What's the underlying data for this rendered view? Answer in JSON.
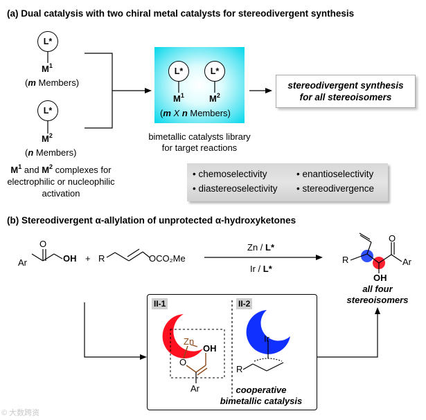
{
  "part_a": {
    "heading": "(a)  Dual catalysis with two chiral metal catalysts for stereodivergent synthesis",
    "ligand": "L*",
    "metal1": {
      "base": "M",
      "sup": "1"
    },
    "metal2": {
      "base": "M",
      "sup": "2"
    },
    "m_members": {
      "open": "(",
      "var": "m",
      "rest": " Members)"
    },
    "n_members": {
      "open": "(",
      "var": "n",
      "rest": " Members)"
    },
    "library_count": {
      "open": "(",
      "m": "m",
      "x": " X ",
      "n": "n",
      "rest": " Members)"
    },
    "library_caption": [
      "bimetallic catalysts library",
      "for target reactions"
    ],
    "result": [
      "stereodivergent synthesis",
      "for all stereoisomers"
    ],
    "complexes_caption": {
      "m1": "M",
      "s1": "1",
      "and": " and ",
      "m2": "M",
      "s2": "2",
      "rest": " complexes for",
      "line2": "electrophilic or nucleophilic",
      "line3": "activation"
    },
    "selectivities": [
      "chemoselectivity",
      "enantioselectivity",
      "diastereoselectivity",
      "stereodivergence"
    ]
  },
  "part_b": {
    "heading": "(b)  Stereodivergent α-allylation of unprotected α-hydroxyketones",
    "reactant1": {
      "carbonyl_o": "O",
      "ar": "Ar",
      "oh": "OH"
    },
    "plus": "+",
    "reactant2": {
      "r": "R",
      "group": "OCO₂Me"
    },
    "condition_top": {
      "metal": "Zn / ",
      "ligand": "L*"
    },
    "condition_bottom": {
      "metal": "Ir / ",
      "ligand": "L*"
    },
    "product": {
      "r": "R",
      "oh": "OH",
      "o": "O",
      "ar": "Ar"
    },
    "product_caption": [
      "all four",
      "stereoisomers"
    ],
    "mechanism": {
      "tag1": "II-1",
      "tag2": "II-2",
      "zn": "Zn",
      "oh": "OH",
      "o": "O",
      "ar": "Ar",
      "ir": "Ir",
      "r": "R",
      "caption": [
        "cooperative",
        "bimetallic catalysis"
      ]
    }
  },
  "watermark": "© 大数跨资"
}
